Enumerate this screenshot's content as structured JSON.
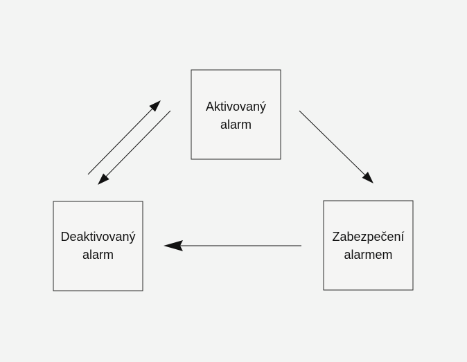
{
  "diagram": {
    "nodes": {
      "activated": {
        "line1": "Aktivovaný",
        "line2": "alarm"
      },
      "deactivated": {
        "line1": "Deaktivovaný",
        "line2": "alarm"
      },
      "secured": {
        "line1": "Zabezpečení",
        "line2": "alarmem"
      }
    },
    "edges": [
      {
        "from": "deactivated",
        "to": "activated"
      },
      {
        "from": "activated",
        "to": "deactivated"
      },
      {
        "from": "activated",
        "to": "secured"
      },
      {
        "from": "secured",
        "to": "deactivated"
      }
    ],
    "colors": {
      "background": "#f3f4f3",
      "stroke": "#111111"
    }
  }
}
